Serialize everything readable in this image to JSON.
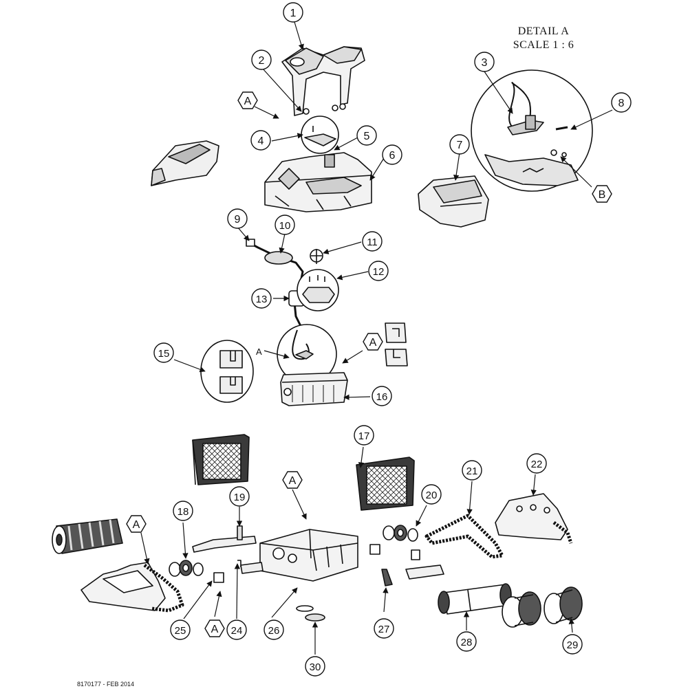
{
  "detail": {
    "title": "DETAIL A",
    "scale": "SCALE 1 : 6"
  },
  "footer": {
    "doc_code": "8170177 - FEB 2014"
  },
  "callouts": [
    "1",
    "2",
    "3",
    "4",
    "5",
    "6",
    "7",
    "8",
    "9",
    "10",
    "11",
    "12",
    "13",
    "15",
    "16",
    "17",
    "18",
    "19",
    "20",
    "21",
    "22",
    "24",
    "25",
    "26",
    "27",
    "28",
    "29",
    "30"
  ],
  "detail_refs": {
    "a": "A",
    "b": "B"
  },
  "colors": {
    "ink": "#111111",
    "part_fill": "#e8e8e8",
    "dark_fill": "#3a3a3a",
    "mid_fill": "#9a9a9a"
  }
}
